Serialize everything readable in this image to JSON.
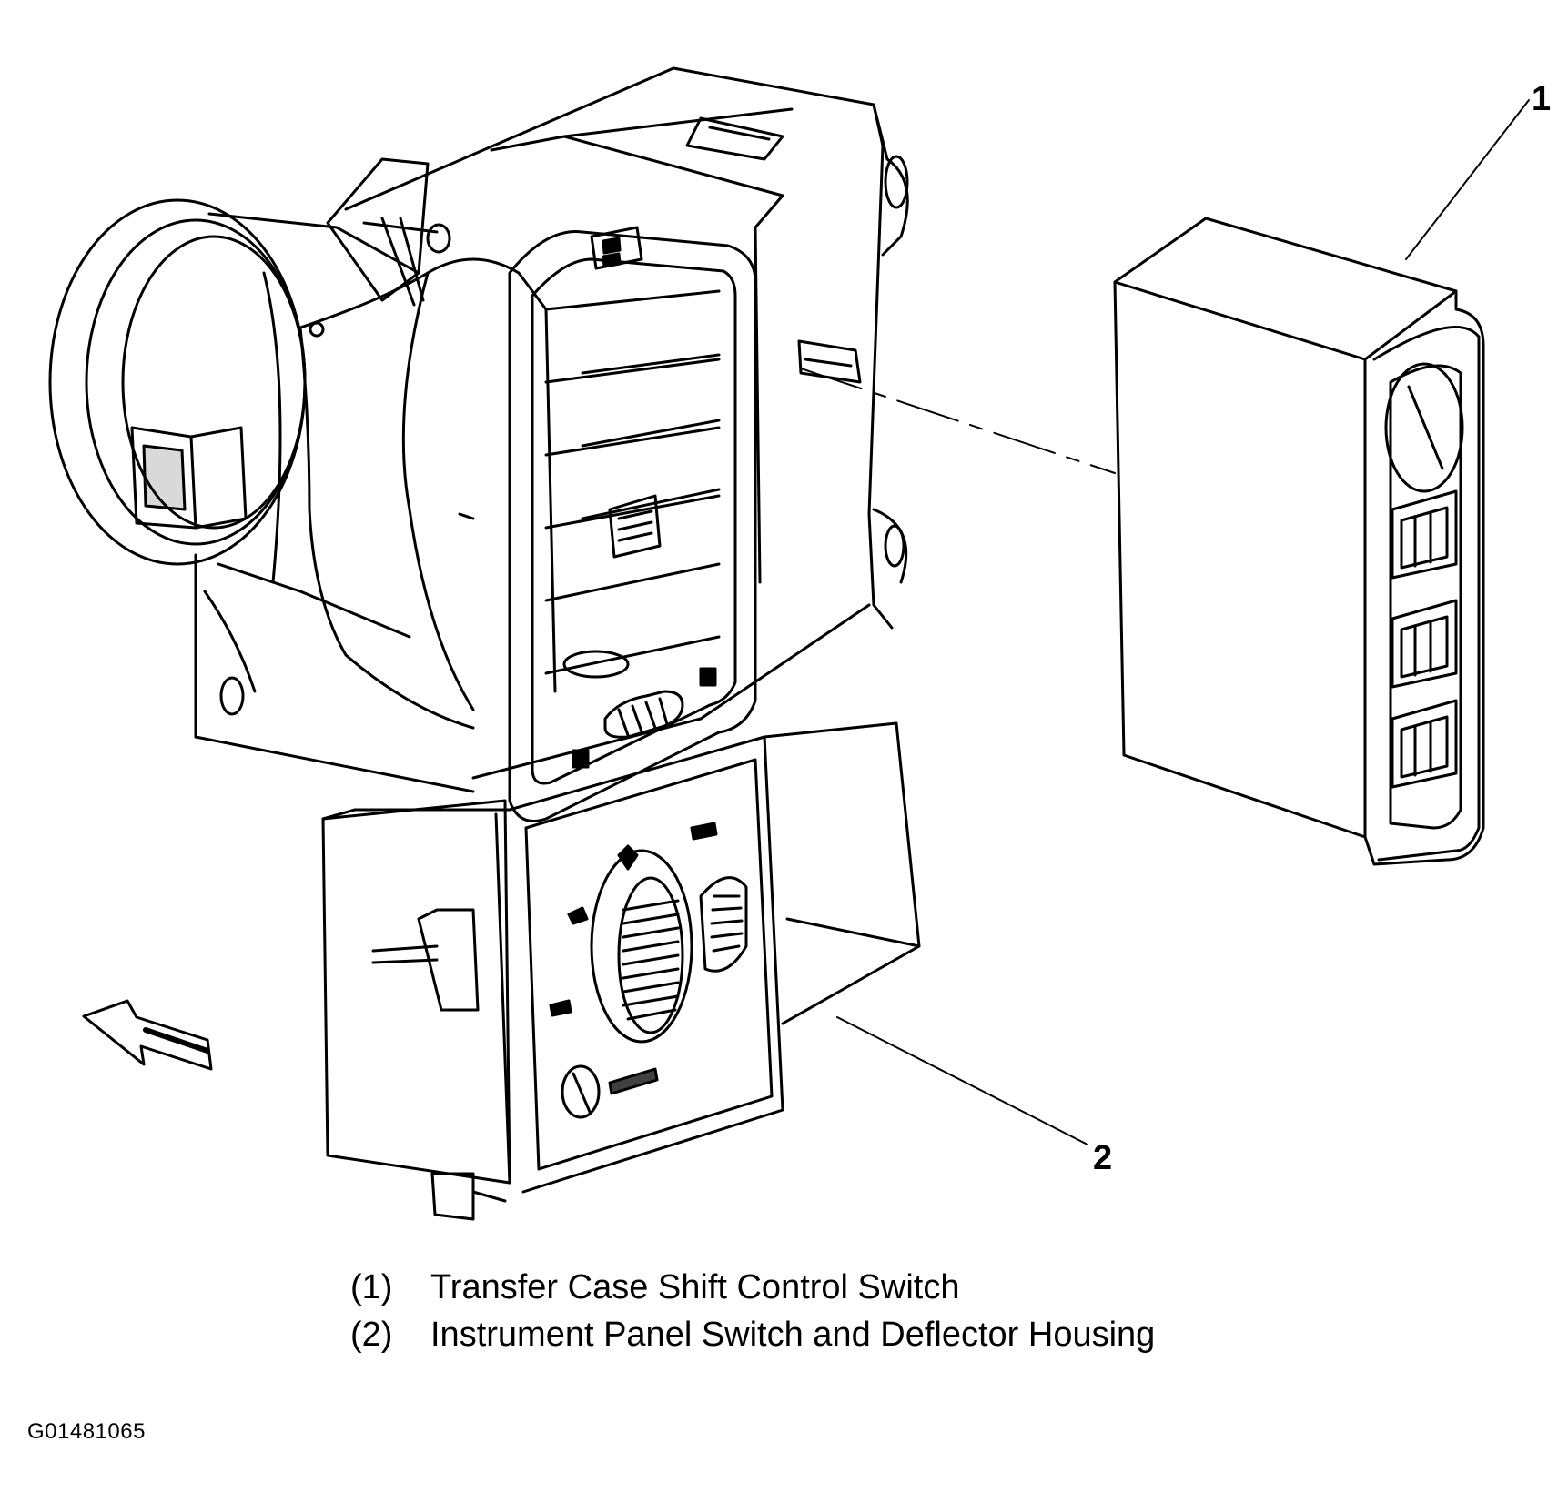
{
  "callouts": [
    {
      "id": "1",
      "label": "1"
    },
    {
      "id": "2",
      "label": "2"
    }
  ],
  "legend": [
    {
      "number": "(1)",
      "text": "Transfer Case Shift Control Switch"
    },
    {
      "number": "(2)",
      "text": "Instrument Panel Switch and Deflector Housing"
    }
  ],
  "figure_id": "G01481065",
  "colors": {
    "line": "#000000",
    "background": "#ffffff"
  }
}
